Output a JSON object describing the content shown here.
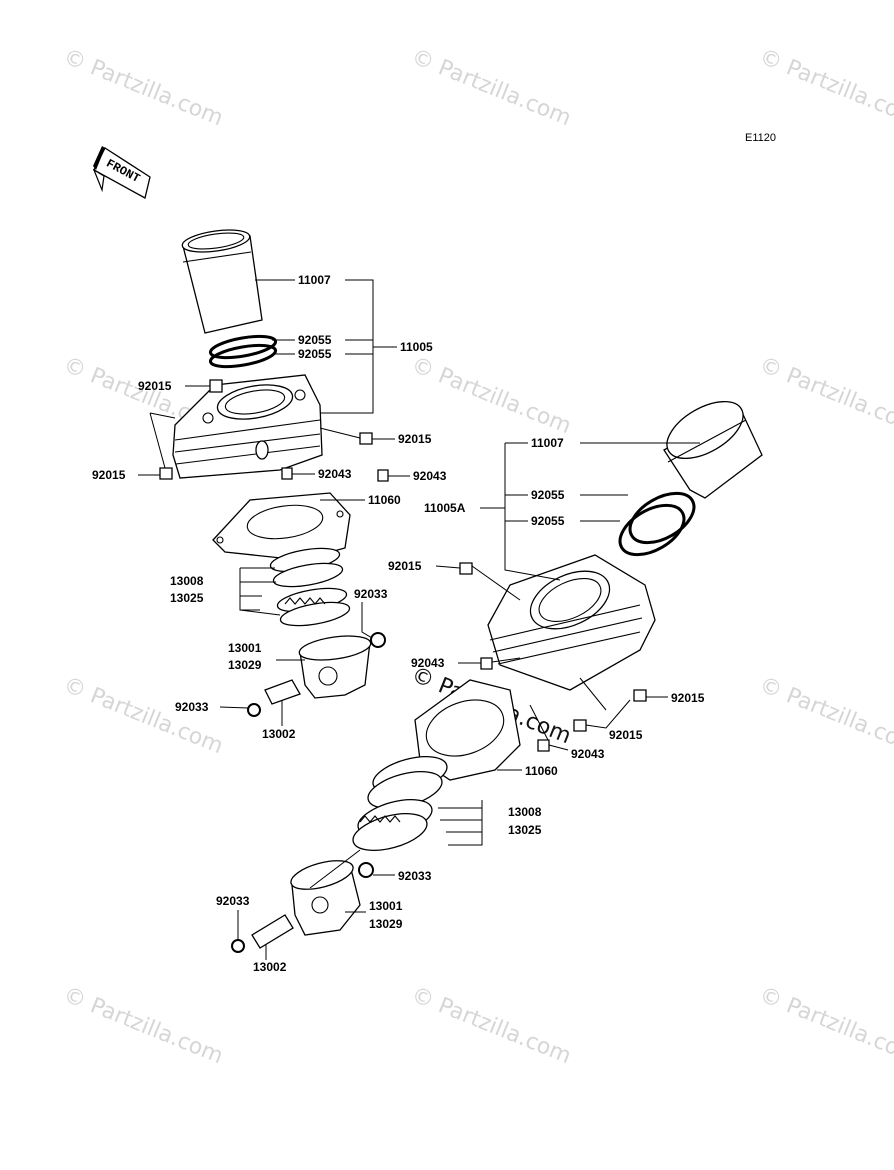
{
  "diagram_code": "E1120",
  "front_label": "FRONT",
  "watermark": {
    "text": "© Partzilla.com"
  },
  "callouts": {
    "a_11007": "11007",
    "a_92055_1": "92055",
    "a_92055_2": "92055",
    "a_11005": "11005",
    "a_92015_left": "92015",
    "a_92015_right": "92015",
    "a_92015_bottom": "92015",
    "a_92043_1": "92043",
    "a_92043_2": "92043",
    "a_11060": "11060",
    "a_13008": "13008",
    "a_13025": "13025",
    "a_92033_right": "92033",
    "a_13001": "13001",
    "a_13029": "13029",
    "a_92033_left": "92033",
    "a_13002": "13002",
    "b_11007": "11007",
    "b_11005A": "11005A",
    "b_92055_1": "92055",
    "b_92055_2": "92055",
    "b_92015_left": "92015",
    "b_92043_left": "92043",
    "b_92015_right": "92015",
    "b_92015_bottom": "92015",
    "b_92043_bottom": "92043",
    "b_11060": "11060",
    "b_13008": "13008",
    "b_13025": "13025",
    "b_92033_right": "92033",
    "b_13001": "13001",
    "b_13029": "13029",
    "b_92033_left": "92033",
    "b_13002": "13002"
  }
}
